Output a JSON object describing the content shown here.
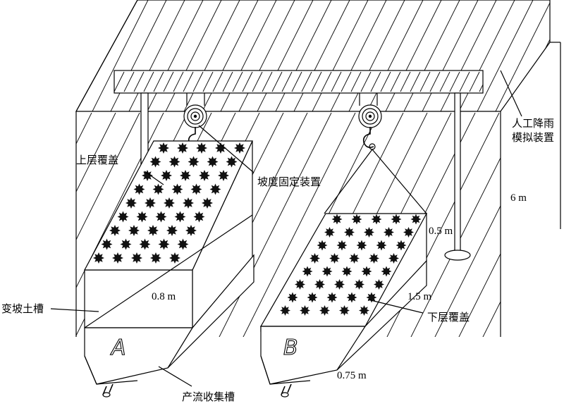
{
  "labels": {
    "rain_device_line1": "人工降雨",
    "rain_device_line2": "模拟装置",
    "height": "6 m",
    "upper_cover": "上层覆盖",
    "slope_fixer": "坡度固定装置",
    "flume": "变坡土槽",
    "depth": "0.8 m",
    "depth_b": "0.5 m",
    "length": "1.5 m",
    "lower_cover": "下层覆盖",
    "width": "0.75 m",
    "runoff_collector": "产流收集槽"
  },
  "boxes": [
    {
      "letter": "A"
    },
    {
      "letter": "B"
    }
  ]
}
